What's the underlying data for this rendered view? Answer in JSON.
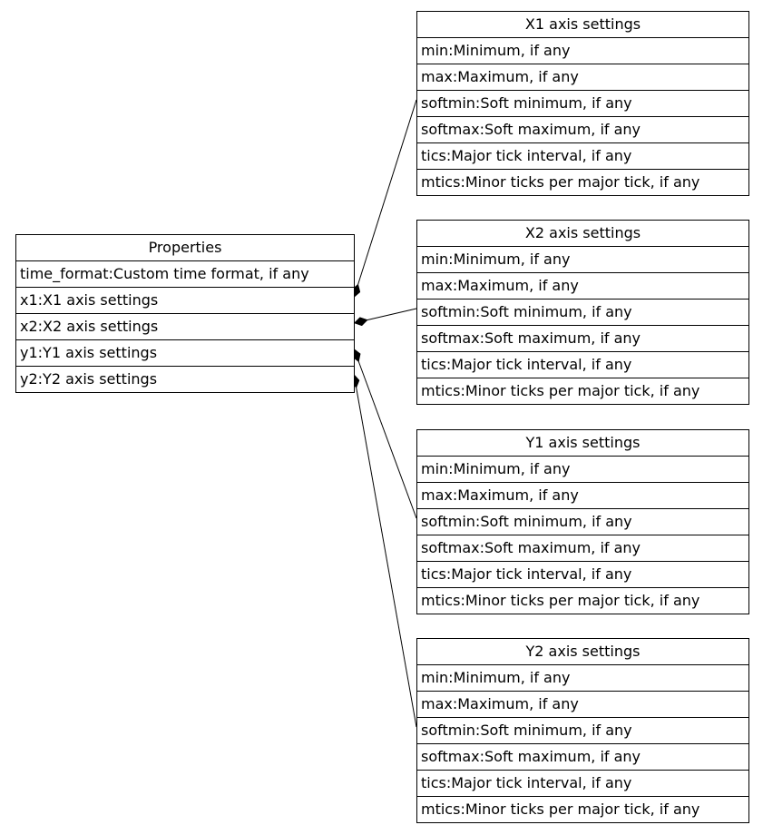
{
  "colors": {
    "background": "#ffffff",
    "border": "#000000",
    "text": "#000000",
    "edge": "#000000"
  },
  "diagram": {
    "properties": {
      "title": "Properties",
      "rows": [
        "time_format:Custom time format, if any",
        "x1:X1 axis settings",
        "x2:X2 axis settings",
        "y1:Y1 axis settings",
        "y2:Y2 axis settings"
      ]
    },
    "axis_tables": [
      {
        "id": "x1",
        "title": "X1 axis settings",
        "rows": [
          "min:Minimum, if any",
          "max:Maximum, if any",
          "softmin:Soft minimum, if any",
          "softmax:Soft maximum, if any",
          "tics:Major tick interval, if any",
          "mtics:Minor ticks per major tick, if any"
        ]
      },
      {
        "id": "x2",
        "title": "X2 axis settings",
        "rows": [
          "min:Minimum, if any",
          "max:Maximum, if any",
          "softmin:Soft minimum, if any",
          "softmax:Soft maximum, if any",
          "tics:Major tick interval, if any",
          "mtics:Minor ticks per major tick, if any"
        ]
      },
      {
        "id": "y1",
        "title": "Y1 axis settings",
        "rows": [
          "min:Minimum, if any",
          "max:Maximum, if any",
          "softmin:Soft minimum, if any",
          "softmax:Soft maximum, if any",
          "tics:Major tick interval, if any",
          "mtics:Minor ticks per major tick, if any"
        ]
      },
      {
        "id": "y2",
        "title": "Y2 axis settings",
        "rows": [
          "min:Minimum, if any",
          "max:Maximum, if any",
          "softmin:Soft minimum, if any",
          "softmax:Soft maximum, if any",
          "tics:Major tick interval, if any",
          "mtics:Minor ticks per major tick, if any"
        ]
      }
    ]
  }
}
